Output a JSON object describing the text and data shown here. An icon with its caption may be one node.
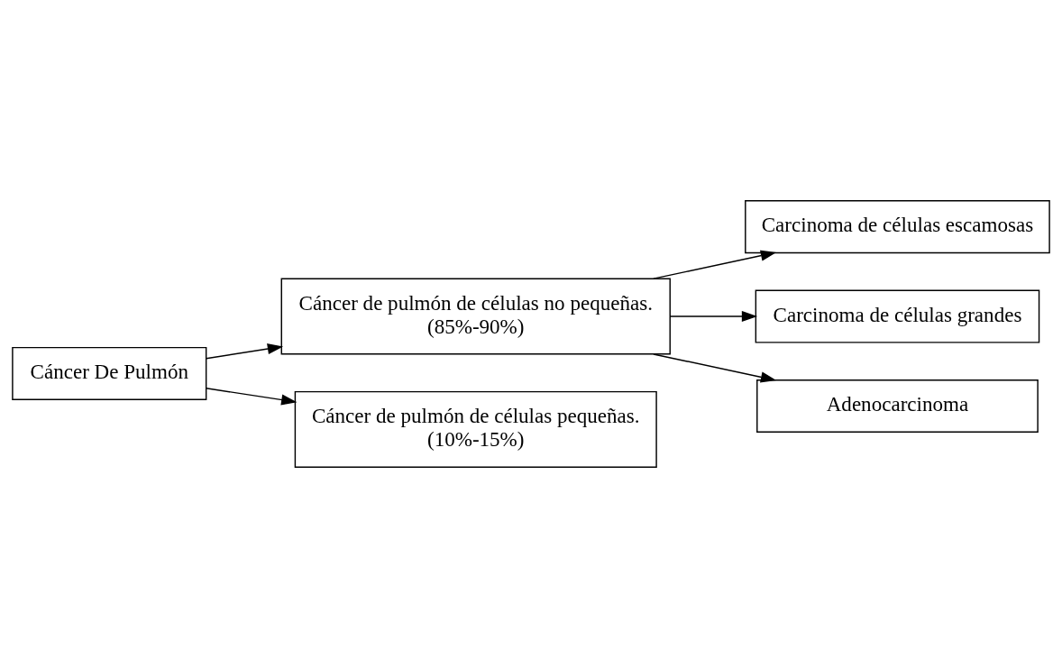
{
  "diagram": {
    "nodes": [
      {
        "text": [
          "Cáncer De Pulmón"
        ]
      },
      {
        "text": [
          "Cáncer de pulmón de células no pequeñas.",
          "(85%-90%)"
        ]
      },
      {
        "text": [
          "Cáncer de pulmón de células pequeñas.",
          "(10%-15%)"
        ]
      },
      {
        "text": [
          "Carcinoma de células escamosas"
        ]
      },
      {
        "text": [
          "Carcinoma de células grandes"
        ]
      },
      {
        "text": [
          "Adenocarcinoma"
        ]
      }
    ],
    "edges": [
      {
        "from": 0,
        "to": 1,
        "arrow": "to"
      },
      {
        "from": 0,
        "to": 2,
        "arrow": "to"
      },
      {
        "from": 1,
        "to": 3,
        "arrow": "to"
      },
      {
        "from": 1,
        "to": 4,
        "arrow": "to"
      },
      {
        "from": 1,
        "to": 5,
        "arrow": "to"
      }
    ]
  }
}
